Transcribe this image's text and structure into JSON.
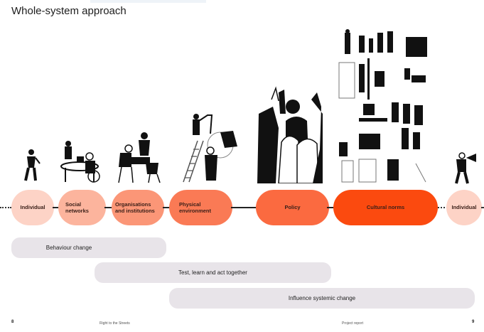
{
  "page": {
    "title": "Whole-system approach"
  },
  "levels": [
    {
      "label": "Individual",
      "color": "#fdd3c6"
    },
    {
      "label": "Social networks",
      "color": "#fcb49d"
    },
    {
      "label": "Organisations and institutions",
      "color": "#fb9677"
    },
    {
      "label": "Physical environment",
      "color": "#fa7a55"
    },
    {
      "label": "Policy",
      "color": "#fb6a40"
    },
    {
      "label": "Cultural norms",
      "color": "#fb4a0f"
    },
    {
      "label": "Individual",
      "color": "#fdd3c6"
    }
  ],
  "bars": [
    {
      "label": "Behaviour change"
    },
    {
      "label": "Test, learn and act together"
    },
    {
      "label": "Influence systemic change"
    }
  ],
  "illustrations": [
    {
      "icon": "person-walking-illustration"
    },
    {
      "icon": "people-at-table-wheelchair-illustration"
    },
    {
      "icon": "people-meeting-table-illustration"
    },
    {
      "icon": "ladder-mural-illustration"
    },
    {
      "icon": "protest-crowd-illustration"
    },
    {
      "icon": "community-activities-collage-illustration"
    },
    {
      "icon": "person-megaphone-illustration"
    }
  ],
  "footer": {
    "left_page": "8",
    "left_text": "Right to the Streets",
    "right_text": "Project report",
    "right_page": "9"
  }
}
